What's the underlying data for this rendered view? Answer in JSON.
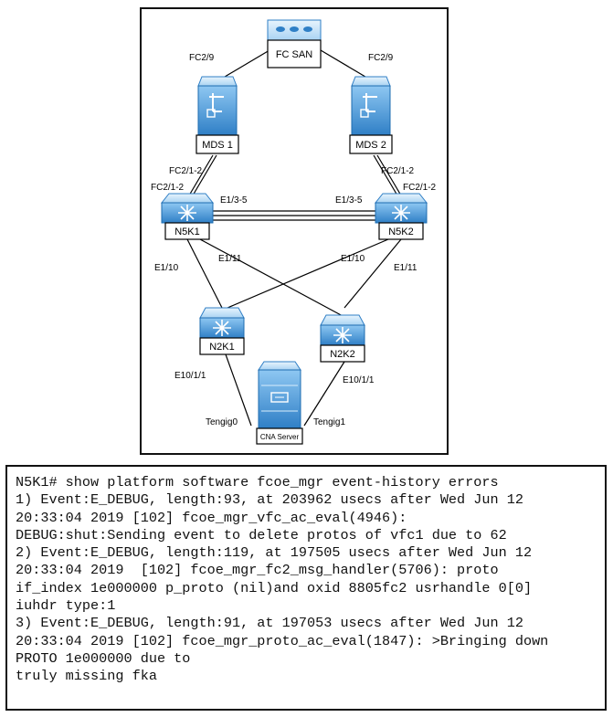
{
  "devices": {
    "fc_san": {
      "label": "FC SAN"
    },
    "mds1": {
      "label": "MDS 1"
    },
    "mds2": {
      "label": "MDS 2"
    },
    "n5k1": {
      "label": "N5K1"
    },
    "n5k2": {
      "label": "N5K2"
    },
    "n2k1": {
      "label": "N2K1"
    },
    "n2k2": {
      "label": "N2K2"
    },
    "cna": {
      "label": "CNA Server"
    }
  },
  "ports": {
    "mds1_san": "FC2/9",
    "mds2_san": "FC2/9",
    "mds1_down": "FC2/1-2",
    "mds2_down": "FC2/1-2",
    "n5k1_up": "FC2/1-2",
    "n5k2_up": "FC2/1-2",
    "n5k1_peer": "E1/3-5",
    "n5k2_peer": "E1/3-5",
    "n5k1_e110": "E1/10",
    "n5k1_e111": "E1/11",
    "n5k2_e110": "E1/10",
    "n5k2_e111": "E1/11",
    "n2k1_host": "E10/1/1",
    "n2k2_host": "E10/1/1",
    "cna_left": "Tengig0",
    "cna_right": "Tengig1"
  },
  "colors": {
    "device_blue": "#3a8fd6",
    "device_light": "#cfe6f8",
    "device_dark": "#1e6cb0"
  },
  "console": {
    "lines": [
      "N5K1# show platform software fcoe_mgr event-history errors",
      "1) Event:E_DEBUG, length:93, at 203962 usecs after Wed Jun 12",
      "20:33:04 2019 [102] fcoe_mgr_vfc_ac_eval(4946):",
      "DEBUG:shut:Sending event to delete protos of vfc1 due to 62",
      "2) Event:E_DEBUG, length:119, at 197505 usecs after Wed Jun 12",
      "20:33:04 2019  [102] fcoe_mgr_fc2_msg_handler(5706): proto",
      "if_index 1e000000 p_proto (nil)and oxid 8805fc2 usrhandle 0[0]",
      "iuhdr type:1",
      "3) Event:E_DEBUG, length:91, at 197053 usecs after Wed Jun 12",
      "20:33:04 2019 [102] fcoe_mgr_proto_ac_eval(1847): >Bringing down",
      "PROTO 1e000000 due to",
      "truly missing fka"
    ]
  }
}
